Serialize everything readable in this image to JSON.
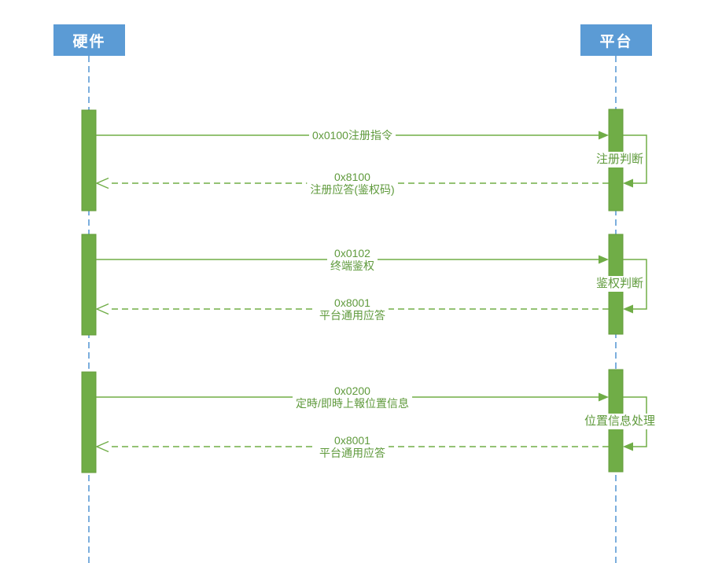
{
  "actors": {
    "left": "硬件",
    "right": "平台"
  },
  "messages": {
    "register_request": {
      "label": "0x0100注册指令"
    },
    "register_response": {
      "code": "0x8100",
      "label": "注册应答(鉴权码)"
    },
    "auth_request": {
      "code": "0x0102",
      "label": "终端鉴权"
    },
    "auth_response": {
      "code": "0x8001",
      "label": "平台通用应答"
    },
    "location_report": {
      "code": "0x0200",
      "label": "定時/即時上報位置信息"
    },
    "location_response": {
      "code": "0x8001",
      "label": "平台通用应答"
    }
  },
  "self_actions": {
    "register_check": "注册判断",
    "auth_check": "鉴权判断",
    "location_process": "位置信息处理"
  },
  "colors": {
    "actor_blue": "#5B9BD5",
    "diagram_green": "#70AD47",
    "label_text_green": "#5f9a3c"
  }
}
